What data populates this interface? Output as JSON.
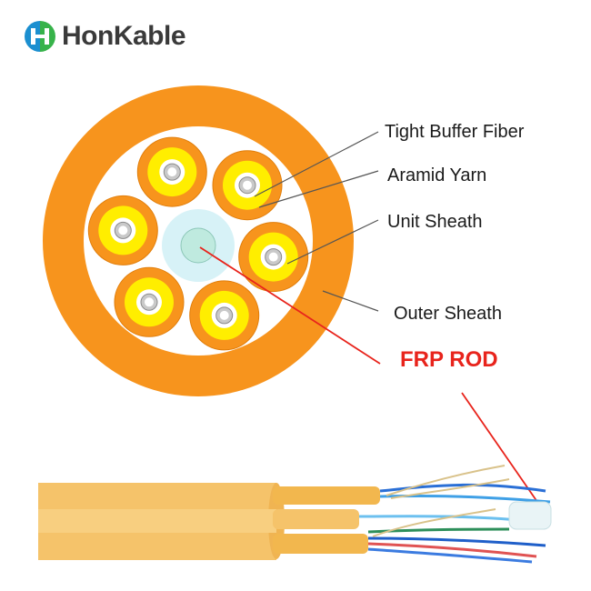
{
  "brand": {
    "name": "HonKable",
    "logo_colors": [
      "#1b8fd0",
      "#37b34a"
    ]
  },
  "callouts": [
    {
      "id": "tight-buffer-fiber",
      "label": "Tight Buffer Fiber"
    },
    {
      "id": "aramid-yarn",
      "label": "Aramid Yarn"
    },
    {
      "id": "unit-sheath",
      "label": "Unit Sheath"
    },
    {
      "id": "outer-sheath",
      "label": "Outer Sheath"
    },
    {
      "id": "frp-rod",
      "label": "FRP ROD",
      "color": "#e8241c"
    }
  ],
  "colors": {
    "outer_sheath": "#f7941d",
    "unit_sheath": "#f7941d",
    "aramid_yarn": "#ffee00",
    "frp_rod": "#c9efe6",
    "cable_body": "#f5c36a",
    "leader_line": "#555555",
    "frp_pointer": "#e8241c"
  },
  "cross_section": {
    "unit_count": 6
  }
}
